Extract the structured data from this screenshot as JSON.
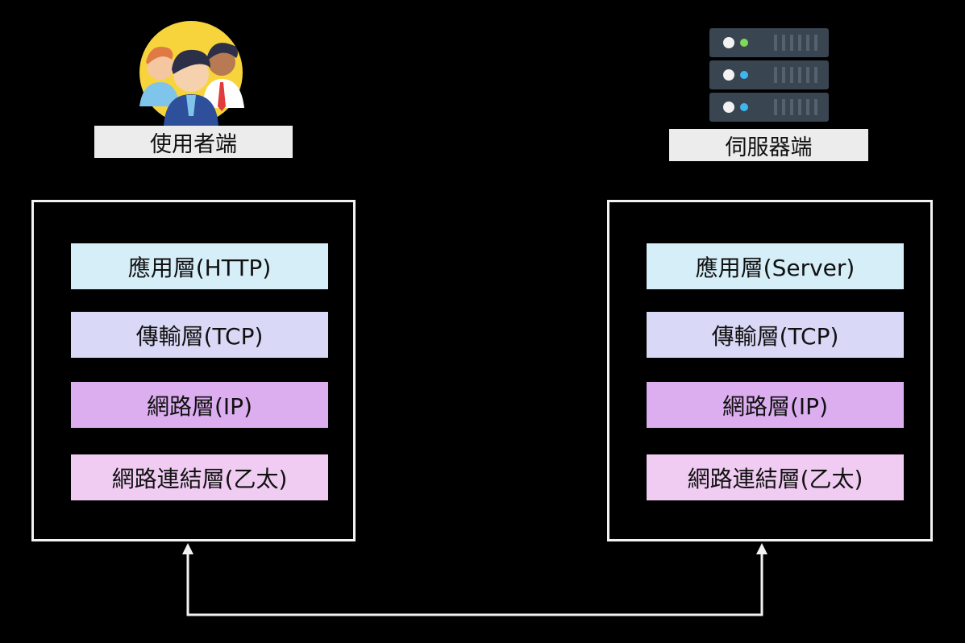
{
  "client": {
    "label": "使用者端",
    "icon": "users-group-icon",
    "layers": [
      "應用層(HTTP)",
      "傳輸層(TCP)",
      "網路層(IP)",
      "網路連結層(乙太)"
    ]
  },
  "server": {
    "label": "伺服器端",
    "icon": "server-rack-icon",
    "layers": [
      "應用層(Server)",
      "傳輸層(TCP)",
      "網路層(IP)",
      "網路連結層(乙太)"
    ]
  },
  "colors": {
    "background": "#000000",
    "border": "#f2f2f2",
    "application": "#d6eef8",
    "transport": "#d9d8f6",
    "network": "#dcaef0",
    "link": "#f0cbf2",
    "label_bg": "#ececec"
  }
}
